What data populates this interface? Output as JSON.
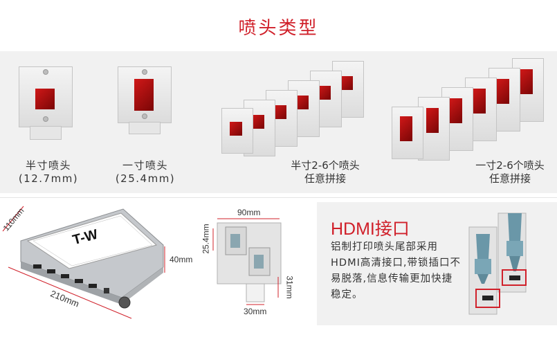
{
  "title": "喷头类型",
  "nozzles": [
    {
      "name": "半寸喷头",
      "size": "(12.7mm)"
    },
    {
      "name": "一寸喷头",
      "size": "(25.4mm)"
    },
    {
      "name": "半寸2-6个喷头",
      "note": "任意拼接"
    },
    {
      "name": "一寸2-6个喷头",
      "note": "任意拼接"
    }
  ],
  "device": {
    "logo": "T-W",
    "length": "210mm",
    "width": "110mm",
    "height": "40mm"
  },
  "mount": {
    "width": "90mm",
    "height": "25.4mm",
    "base_width": "30mm",
    "base_height": "31mm"
  },
  "hdmi": {
    "title": "HDMI接口",
    "description": "铝制打印喷头尾部采用HDMI高清接口,带锁插口不易脱落,信息传输更加快捷稳定。"
  },
  "colors": {
    "accent": "#d0202a",
    "chip": "#c01414",
    "connector": "#6a97a8"
  }
}
